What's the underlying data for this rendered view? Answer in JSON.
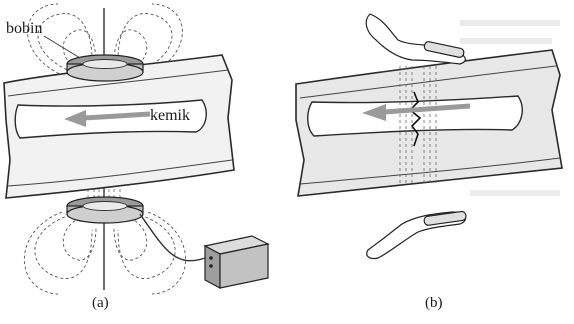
{
  "panel_a": {
    "label_coil": "bobin",
    "label_bone": "kemik",
    "caption": "(a)"
  },
  "panel_b": {
    "caption": "(b)"
  },
  "colors": {
    "ink": "#2a2a2a",
    "tissue": "#f2f2f2",
    "bone": "#ffffff",
    "arrow": "#9a9a9a",
    "coil": "#b8b8b8"
  }
}
